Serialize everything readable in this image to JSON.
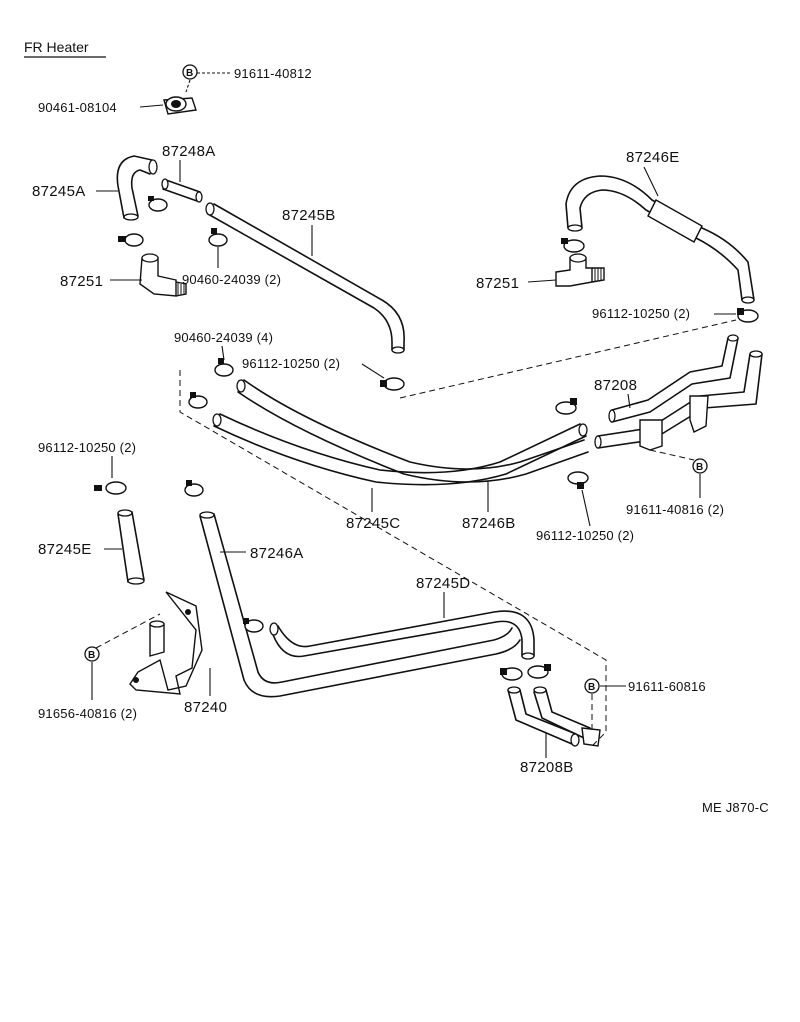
{
  "title": "FR Heater",
  "diagram_code": "ME J870-C",
  "bolt_marker": "B",
  "labels": {
    "p91611_40812": "91611-40812",
    "p90461_08104": "90461-08104",
    "p87248A": "87248A",
    "p87245A": "87245A",
    "p87245B": "87245B",
    "p87251_left": "87251",
    "p90460_24039_2": "90460-24039 (2)",
    "p87246E": "87246E",
    "p87251_right": "87251",
    "p96112_10250_right": "96112-10250 (2)",
    "p90460_24039_4": "90460-24039 (4)",
    "p96112_10250_center": "96112-10250 (2)",
    "p87208": "87208",
    "p96112_10250_left": "96112-10250 (2)",
    "p91611_40816": "91611-40816 (2)",
    "p87245C": "87245C",
    "p87246B": "87246B",
    "p96112_10250_lower": "96112-10250 (2)",
    "p87245E": "87245E",
    "p87246A": "87246A",
    "p87245D": "87245D",
    "p91611_60816": "91611-60816",
    "p91656_40816": "91656-40816 (2)",
    "p87240": "87240",
    "p87208B": "87208B"
  }
}
